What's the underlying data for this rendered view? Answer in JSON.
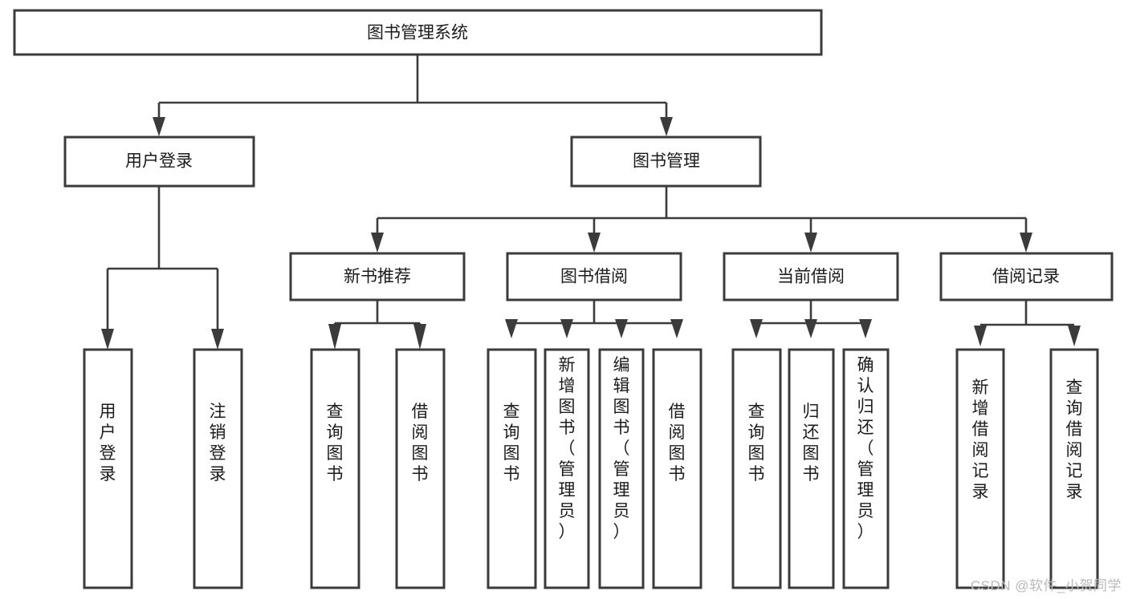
{
  "diagram": {
    "title": "图书管理系统",
    "type": "tree-hierarchy-chart",
    "colors": {
      "box_fill": "#ffffff",
      "box_stroke": "#3b3b3b",
      "text": "#1b1b1b",
      "background": "#ffffff",
      "watermark": "#b9b9b9"
    },
    "root": {
      "label": "图书管理系统"
    },
    "level2": [
      {
        "label": "用户登录"
      },
      {
        "label": "图书管理"
      }
    ],
    "level3": [
      {
        "label": "新书推荐"
      },
      {
        "label": "图书借阅"
      },
      {
        "label": "当前借阅"
      },
      {
        "label": "借阅记录"
      }
    ],
    "leaves": {
      "user_login": [
        {
          "label": "用户登录"
        },
        {
          "label": "注销登录"
        }
      ],
      "new_book_recommend": [
        {
          "label": "查询图书"
        },
        {
          "label": "借阅图书"
        }
      ],
      "book_borrow": [
        {
          "label": "查询图书"
        },
        {
          "label": "新增图书（管理员）"
        },
        {
          "label": "编辑图书（管理员）"
        },
        {
          "label": "借阅图书"
        }
      ],
      "current_borrow": [
        {
          "label": "查询图书"
        },
        {
          "label": "归还图书"
        },
        {
          "label": "确认归还（管理员）"
        }
      ],
      "borrow_record": [
        {
          "label": "新增借阅记录"
        },
        {
          "label": "查询借阅记录"
        }
      ]
    }
  },
  "watermark": {
    "text": "CSDN @软件_小贺同学"
  }
}
